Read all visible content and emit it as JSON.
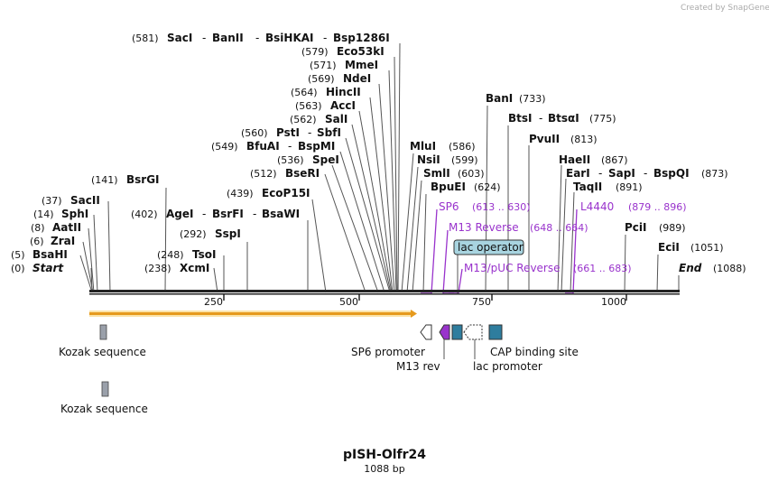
{
  "credit": "Created by SnapGene",
  "title": "pISH-Olfr24",
  "length_label": "1088 bp",
  "scale_ticks": [
    "250",
    "500",
    "750",
    "1000"
  ],
  "sites": {
    "saci": [
      "(581)",
      "SacI",
      "BanII",
      "BsiHKAI",
      "Bsp1286I"
    ],
    "eco53ki": [
      "(579)",
      "Eco53kI"
    ],
    "mmei": [
      "(571)",
      "MmeI"
    ],
    "ndei": [
      "(569)",
      "NdeI"
    ],
    "hincii": [
      "(564)",
      "HincII"
    ],
    "acci": [
      "(563)",
      "AccI"
    ],
    "sali": [
      "(562)",
      "SalI"
    ],
    "psti": [
      "(560)",
      "PstI",
      "SbfI"
    ],
    "bfuai": [
      "(549)",
      "BfuAI",
      "BspMI"
    ],
    "spei": [
      "(536)",
      "SpeI"
    ],
    "bseri": [
      "(512)",
      "BseRI"
    ],
    "ecop15i": [
      "(439)",
      "EcoP15I"
    ],
    "agei": [
      "(402)",
      "AgeI",
      "BsrFI",
      "BsaWI"
    ],
    "sspi": [
      "(292)",
      "SspI"
    ],
    "tsoi": [
      "(248)",
      "TsoI"
    ],
    "xcmi": [
      "(238)",
      "XcmI"
    ],
    "bsrgi": [
      "(141)",
      "BsrGI"
    ],
    "sacii": [
      "(37)",
      "SacII"
    ],
    "sphi": [
      "(14)",
      "SphI"
    ],
    "aatii": [
      "(8)",
      "AatII"
    ],
    "zrai": [
      "(6)",
      "ZraI"
    ],
    "bsahi": [
      "(5)",
      "BsaHI"
    ],
    "start": [
      "(0)",
      "Start"
    ],
    "mlui": [
      "MluI",
      "(586)"
    ],
    "nsii": [
      "NsiI",
      "(599)"
    ],
    "smli": [
      "SmlI",
      "(603)"
    ],
    "bpuei": [
      "BpuEI",
      "(624)"
    ],
    "bani": [
      "BanI",
      "(733)"
    ],
    "btsi": [
      "BtsI",
      "BtsαI",
      "(775)"
    ],
    "pvuii": [
      "PvuII",
      "(813)"
    ],
    "haeii": [
      "HaeII",
      "(867)"
    ],
    "eari": [
      "EarI",
      "SapI",
      "BspQI",
      "(873)"
    ],
    "taqii": [
      "TaqII",
      "(891)"
    ],
    "pcii": [
      "PciI",
      "(989)"
    ],
    "ecii": [
      "EciI",
      "(1051)"
    ],
    "end": [
      "End",
      "(1088)"
    ]
  },
  "primers": {
    "sp6": [
      "SP6",
      "(613 .. 630)"
    ],
    "m13rev": [
      "M13 Reverse",
      "(648 .. 664)"
    ],
    "m13puc": [
      "M13/pUC Reverse",
      "(661 .. 683)"
    ],
    "l4440": [
      "L4440",
      "(879 .. 896)"
    ]
  },
  "features": {
    "lac_operator": "lac operator",
    "kozak1": "Kozak sequence",
    "kozak2": "Kozak sequence",
    "sp6_promoter": "SP6 promoter",
    "m13_rev": "M13 rev",
    "lac_promoter": "lac promoter",
    "cap_site": "CAP binding site"
  },
  "colors": {
    "orf_fill": "#f5a623",
    "orf_glow": "#fbe3a8",
    "primer": "#9933cc",
    "feature_teal": "#2e7d9e",
    "feature_purple": "#9933cc",
    "kozak": "#9aa0aa",
    "lac_operator": "#a8d4e0"
  }
}
